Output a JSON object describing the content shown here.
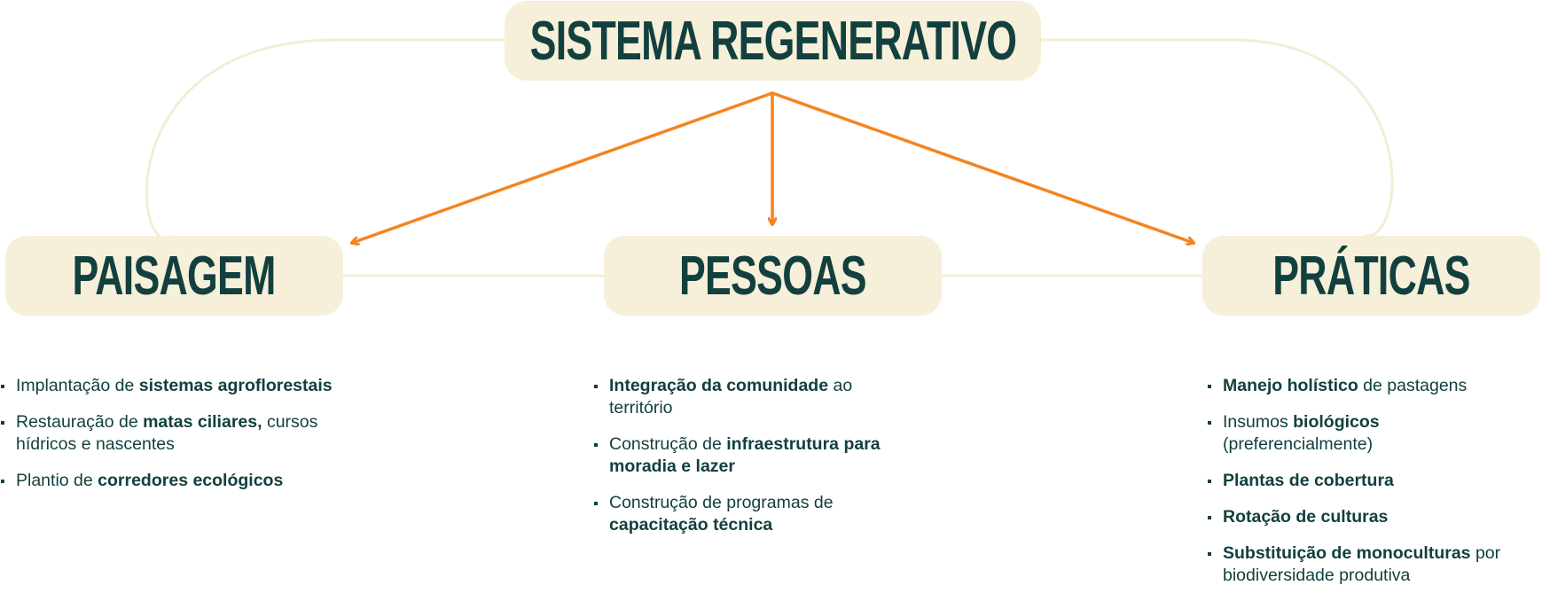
{
  "diagram": {
    "root": {
      "label": "SISTEMA REGENERATIVO"
    },
    "branches": [
      {
        "label": "PAISAGEM",
        "items": [
          [
            {
              "t": "Implantação de "
            },
            {
              "t": "sistemas agroflorestais",
              "b": true
            }
          ],
          [
            {
              "t": "Restauração de "
            },
            {
              "t": "matas ciliares,",
              "b": true
            },
            {
              "t": "  cursos hídricos e nascentes"
            }
          ],
          [
            {
              "t": "Plantio de "
            },
            {
              "t": "corredores ecológicos",
              "b": true
            }
          ]
        ]
      },
      {
        "label": "PESSOAS",
        "items": [
          [
            {
              "t": "Integração da comunidade",
              "b": true
            },
            {
              "t": " ao território"
            }
          ],
          [
            {
              "t": "Construção de "
            },
            {
              "t": "infraestrutura para moradia e lazer",
              "b": true
            }
          ],
          [
            {
              "t": "Construção de programas de "
            },
            {
              "t": "capacitação técnica",
              "b": true
            }
          ]
        ]
      },
      {
        "label": "PRÁTICAS",
        "items": [
          [
            {
              "t": "Manejo holístico",
              "b": true
            },
            {
              "t": " de pastagens"
            }
          ],
          [
            {
              "t": "Insumos "
            },
            {
              "t": "biológicos",
              "b": true
            },
            {
              "t": " (preferencialmente)"
            }
          ],
          [
            {
              "t": "Plantas de cobertura",
              "b": true
            }
          ],
          [
            {
              "t": "Rotação de culturas",
              "b": true
            }
          ],
          [
            {
              "t": "Substituição de monoculturas",
              "b": true
            },
            {
              "t": " por biodiversidade produtiva"
            }
          ]
        ]
      }
    ],
    "colors": {
      "pill_fill": "#f6efd9",
      "text": "#12403f",
      "arrow": "#f5841f",
      "loop": "#f4edd6"
    }
  }
}
